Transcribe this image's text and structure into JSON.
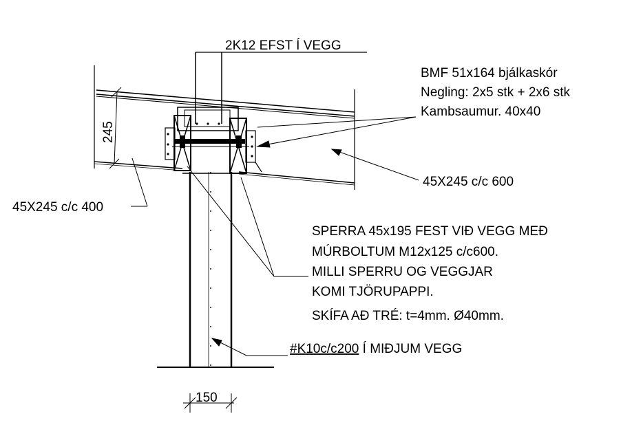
{
  "labels": {
    "rebar_top": "2K12 EFST Í VEGG",
    "bmf_line1": "BMF 51x164 bjálkaskór",
    "bmf_line2": "Negling: 2x5 stk + 2x6 stk",
    "bmf_line3": "Kambsaumur. 40x40",
    "beam_right": "45X245 c/c 600",
    "beam_left": "45X245 c/c 400",
    "dim_height": "245",
    "note_line1": "SPERRA 45x195 FEST VIÐ VEGG MEÐ",
    "note_line2": "MÚRBOLTUM M12x125 c/c600.",
    "note_line3": "MILLI SPERRU OG VEGGJAR",
    "note_line4": "KOMI TJÖRUPAPPI.",
    "note_line5": "SKÍFA AÐ TRÉ: t=4mm. Ø40mm.",
    "mesh_underlined": "#K10c/c200",
    "mesh_rest": " Í MIÐJUM VEGG",
    "dim_width": "150"
  }
}
